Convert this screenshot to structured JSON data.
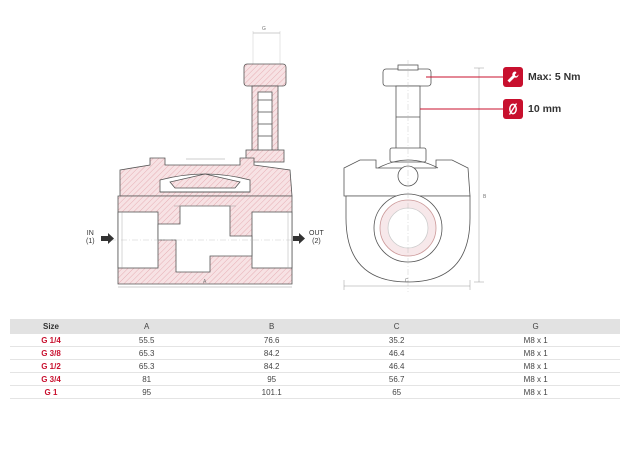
{
  "specs": [
    {
      "icon": "wrench-icon",
      "text": "Max: 5 Nm"
    },
    {
      "icon": "diameter-icon",
      "text": "10 mm"
    }
  ],
  "ports": {
    "in_label": "IN",
    "in_num": "(1)",
    "out_label": "OUT",
    "out_num": "(2)"
  },
  "dim_labels": {
    "a": "A",
    "b": "B",
    "c": "C",
    "g": "G"
  },
  "table": {
    "headers": [
      "Size",
      "A",
      "B",
      "C",
      "G"
    ],
    "rows": [
      [
        "G 1/4",
        "55.5",
        "76.6",
        "35.2",
        "M8 x 1"
      ],
      [
        "G 3/8",
        "65.3",
        "84.2",
        "46.4",
        "M8 x 1"
      ],
      [
        "G 1/2",
        "65.3",
        "84.2",
        "46.4",
        "M8 x 1"
      ],
      [
        "G 3/4",
        "81",
        "95",
        "56.7",
        "M8 x 1"
      ],
      [
        "G 1",
        "95",
        "101.1",
        "65",
        "M8 x 1"
      ]
    ]
  },
  "colors": {
    "accent": "#c8102e",
    "hatch": "#f0cfd2",
    "line": "#555555",
    "header_bg": "#e2e2e2"
  }
}
